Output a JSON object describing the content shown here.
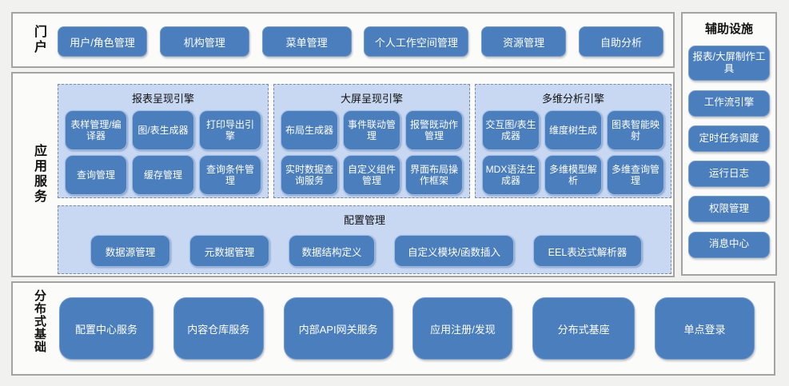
{
  "colors": {
    "button_blue": "#4a7ebc",
    "panel_light_blue": "#c8d8f2",
    "section_background": "#fbfbfa",
    "section_border": "#a3a3a3",
    "text_dark": "#111111",
    "button_text": "#ffffff"
  },
  "portal": {
    "label": "门户",
    "buttons": [
      "用户/角色管理",
      "机构管理",
      "菜单管理",
      "个人工作空间管理",
      "资源管理",
      "自助分析"
    ]
  },
  "app_services": {
    "label": "应用服务",
    "engines": [
      {
        "title": "报表呈现引擎",
        "buttons": [
          "表样管理/编译器",
          "图/表生成器",
          "打印导出引擎",
          "查询管理",
          "缓存管理",
          "查询条件管理"
        ]
      },
      {
        "title": "大屏呈现引擎",
        "buttons": [
          "布局生成器",
          "事件联动管理",
          "报警既动作管理",
          "实时数据查询服务",
          "自定义组件管理",
          "界面布局操作框架"
        ]
      },
      {
        "title": "多维分析引擎",
        "buttons": [
          "交互图/表生成器",
          "维度树生成",
          "图表智能映射",
          "MDX语法生成器",
          "多维模型解析",
          "多维查询管理"
        ]
      }
    ],
    "config": {
      "title": "配置管理",
      "buttons": [
        "数据源管理",
        "元数据管理",
        "数据结构定义",
        "自定义模块/函数插入",
        "EEL表达式解析器"
      ]
    }
  },
  "auxiliary": {
    "title": "辅助设施",
    "buttons": [
      "报表/大屏制作工具",
      "工作流引擎",
      "定时任务调度",
      "运行日志",
      "权限管理",
      "消息中心"
    ]
  },
  "foundation": {
    "label": "分布式基础",
    "buttons": [
      "配置中心服务",
      "内容仓库服务",
      "内部API网关服务",
      "应用注册/发现",
      "分布式基座",
      "单点登录"
    ]
  }
}
